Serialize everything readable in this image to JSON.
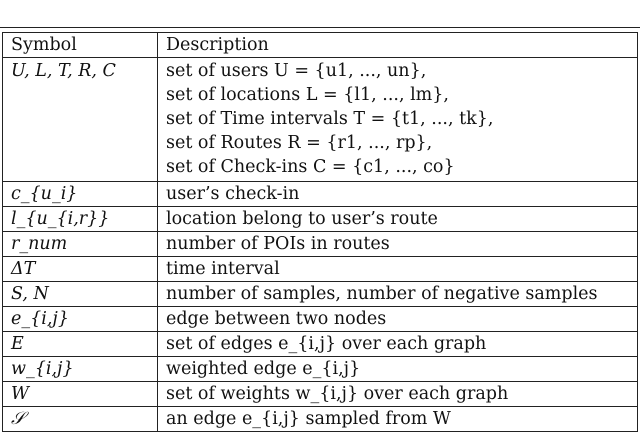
{
  "header": {
    "symbol": "Symbol",
    "description": "Description"
  },
  "rows": [
    {
      "symbol": "U, L, T, R, C",
      "lines": [
        "set of users U = {u1, ..., un},",
        "set of locations L = {l1, ..., lm},",
        "set of Time intervals T = {t1, ..., tk},",
        "set of Routes R = {r1, ..., rp},",
        "set of Check-ins C = {c1, ..., co}"
      ]
    },
    {
      "symbol": "c_{u_i}",
      "description": "user’s check-in"
    },
    {
      "symbol": "l_{u_{i,r}}",
      "description": "location belong to user’s route"
    },
    {
      "symbol": "r_num",
      "description": "number of POIs in routes"
    },
    {
      "symbol": "ΔT",
      "description": "time interval"
    },
    {
      "symbol": "S, N",
      "description": "number of samples, number of negative samples"
    },
    {
      "symbol": "e_{i,j}",
      "description": "edge between two nodes"
    },
    {
      "symbol": "E",
      "description": "set of edges e_{i,j} over each graph"
    },
    {
      "symbol": "w_{i,j}",
      "description": "weighted edge e_{i,j}"
    },
    {
      "symbol": "W",
      "description": "set of weights w_{i,j} over each graph"
    },
    {
      "symbol": "𝒮",
      "description": "an edge e_{i,j} sampled from W"
    }
  ]
}
